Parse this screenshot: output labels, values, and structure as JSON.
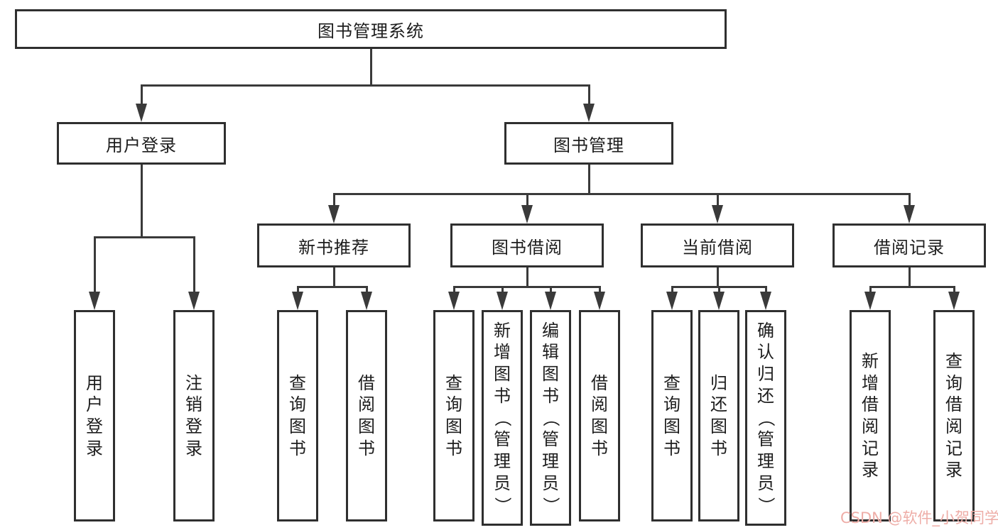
{
  "tree": {
    "root": {
      "label": "图书管理系统"
    },
    "branches": [
      {
        "label": "用户登录",
        "children": [
          {
            "label": "用户登录"
          },
          {
            "label": "注销登录"
          }
        ]
      },
      {
        "label": "图书管理",
        "children": [
          {
            "label": "新书推荐",
            "children": [
              {
                "label": "查询图书"
              },
              {
                "label": "借阅图书"
              }
            ]
          },
          {
            "label": "图书借阅",
            "children": [
              {
                "label": "查询图书"
              },
              {
                "label": "新增图书（管理员）"
              },
              {
                "label": "编辑图书（管理员）"
              },
              {
                "label": "借阅图书"
              }
            ]
          },
          {
            "label": "当前借阅",
            "children": [
              {
                "label": "查询图书"
              },
              {
                "label": "归还图书"
              },
              {
                "label": "确认归还（管理员）"
              }
            ]
          },
          {
            "label": "借阅记录",
            "children": [
              {
                "label": "新增借阅记录"
              },
              {
                "label": "查询借阅记录"
              }
            ]
          }
        ]
      }
    ]
  },
  "watermark": {
    "text": "CSDN @软件_小贺同学",
    "color": "#eeada7"
  },
  "colors": {
    "line": "#3a3a3a",
    "border": "#2f2f2f",
    "text": "#1d1d1d",
    "background": "#ffffff"
  }
}
